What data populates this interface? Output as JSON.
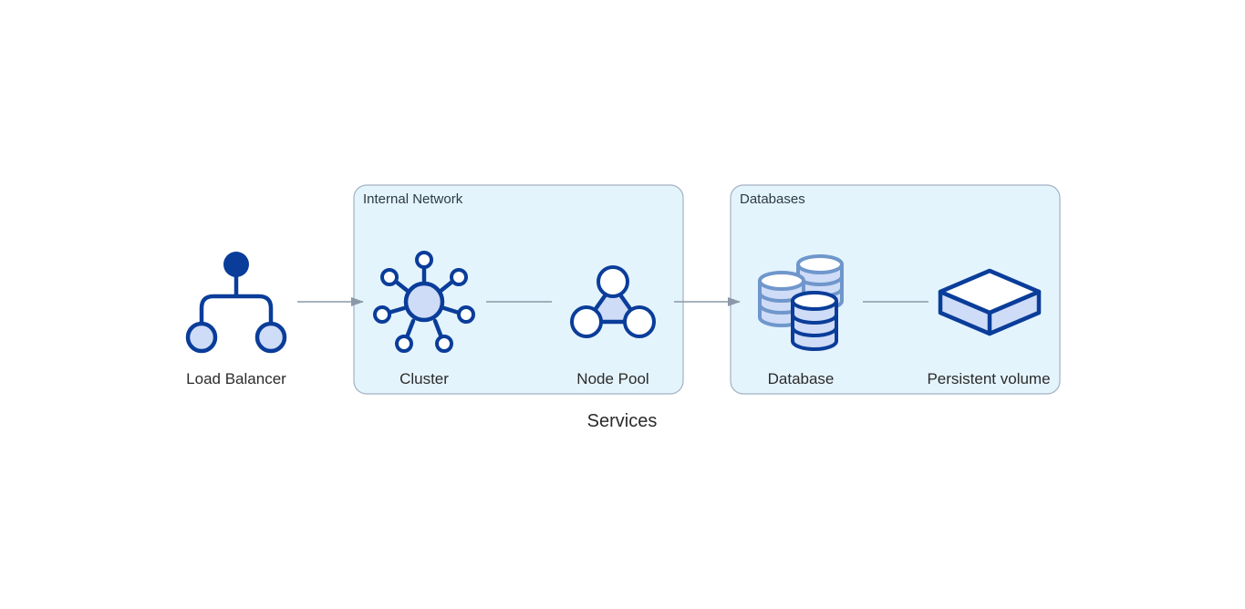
{
  "diagram": {
    "caption": "Services",
    "groups": {
      "internal_network": {
        "label": "Internal Network"
      },
      "databases": {
        "label": "Databases"
      }
    },
    "nodes": {
      "load_balancer": {
        "label": "Load Balancer",
        "icon": "load-balancer-icon"
      },
      "cluster": {
        "label": "Cluster",
        "icon": "cluster-hub-icon"
      },
      "node_pool": {
        "label": "Node Pool",
        "icon": "node-pool-icon"
      },
      "database": {
        "label": "Database",
        "icon": "database-stack-icon"
      },
      "persistent_volume": {
        "label": "Persistent volume",
        "icon": "volume-box-icon"
      }
    },
    "edges": [
      {
        "from": "Load Balancer",
        "to": "Cluster",
        "directed": true
      },
      {
        "from": "Cluster",
        "to": "Node Pool",
        "directed": false
      },
      {
        "from": "Node Pool",
        "to": "Database",
        "directed": true
      },
      {
        "from": "Database",
        "to": "Persistent volume",
        "directed": false
      }
    ],
    "colors": {
      "cluster_fill": "#e4f4fd",
      "cluster_border": "#a3b1c2",
      "icon_primary": "#0a3d9a",
      "icon_fill": "#cfdcf7",
      "edge": "#8a98a8"
    }
  }
}
